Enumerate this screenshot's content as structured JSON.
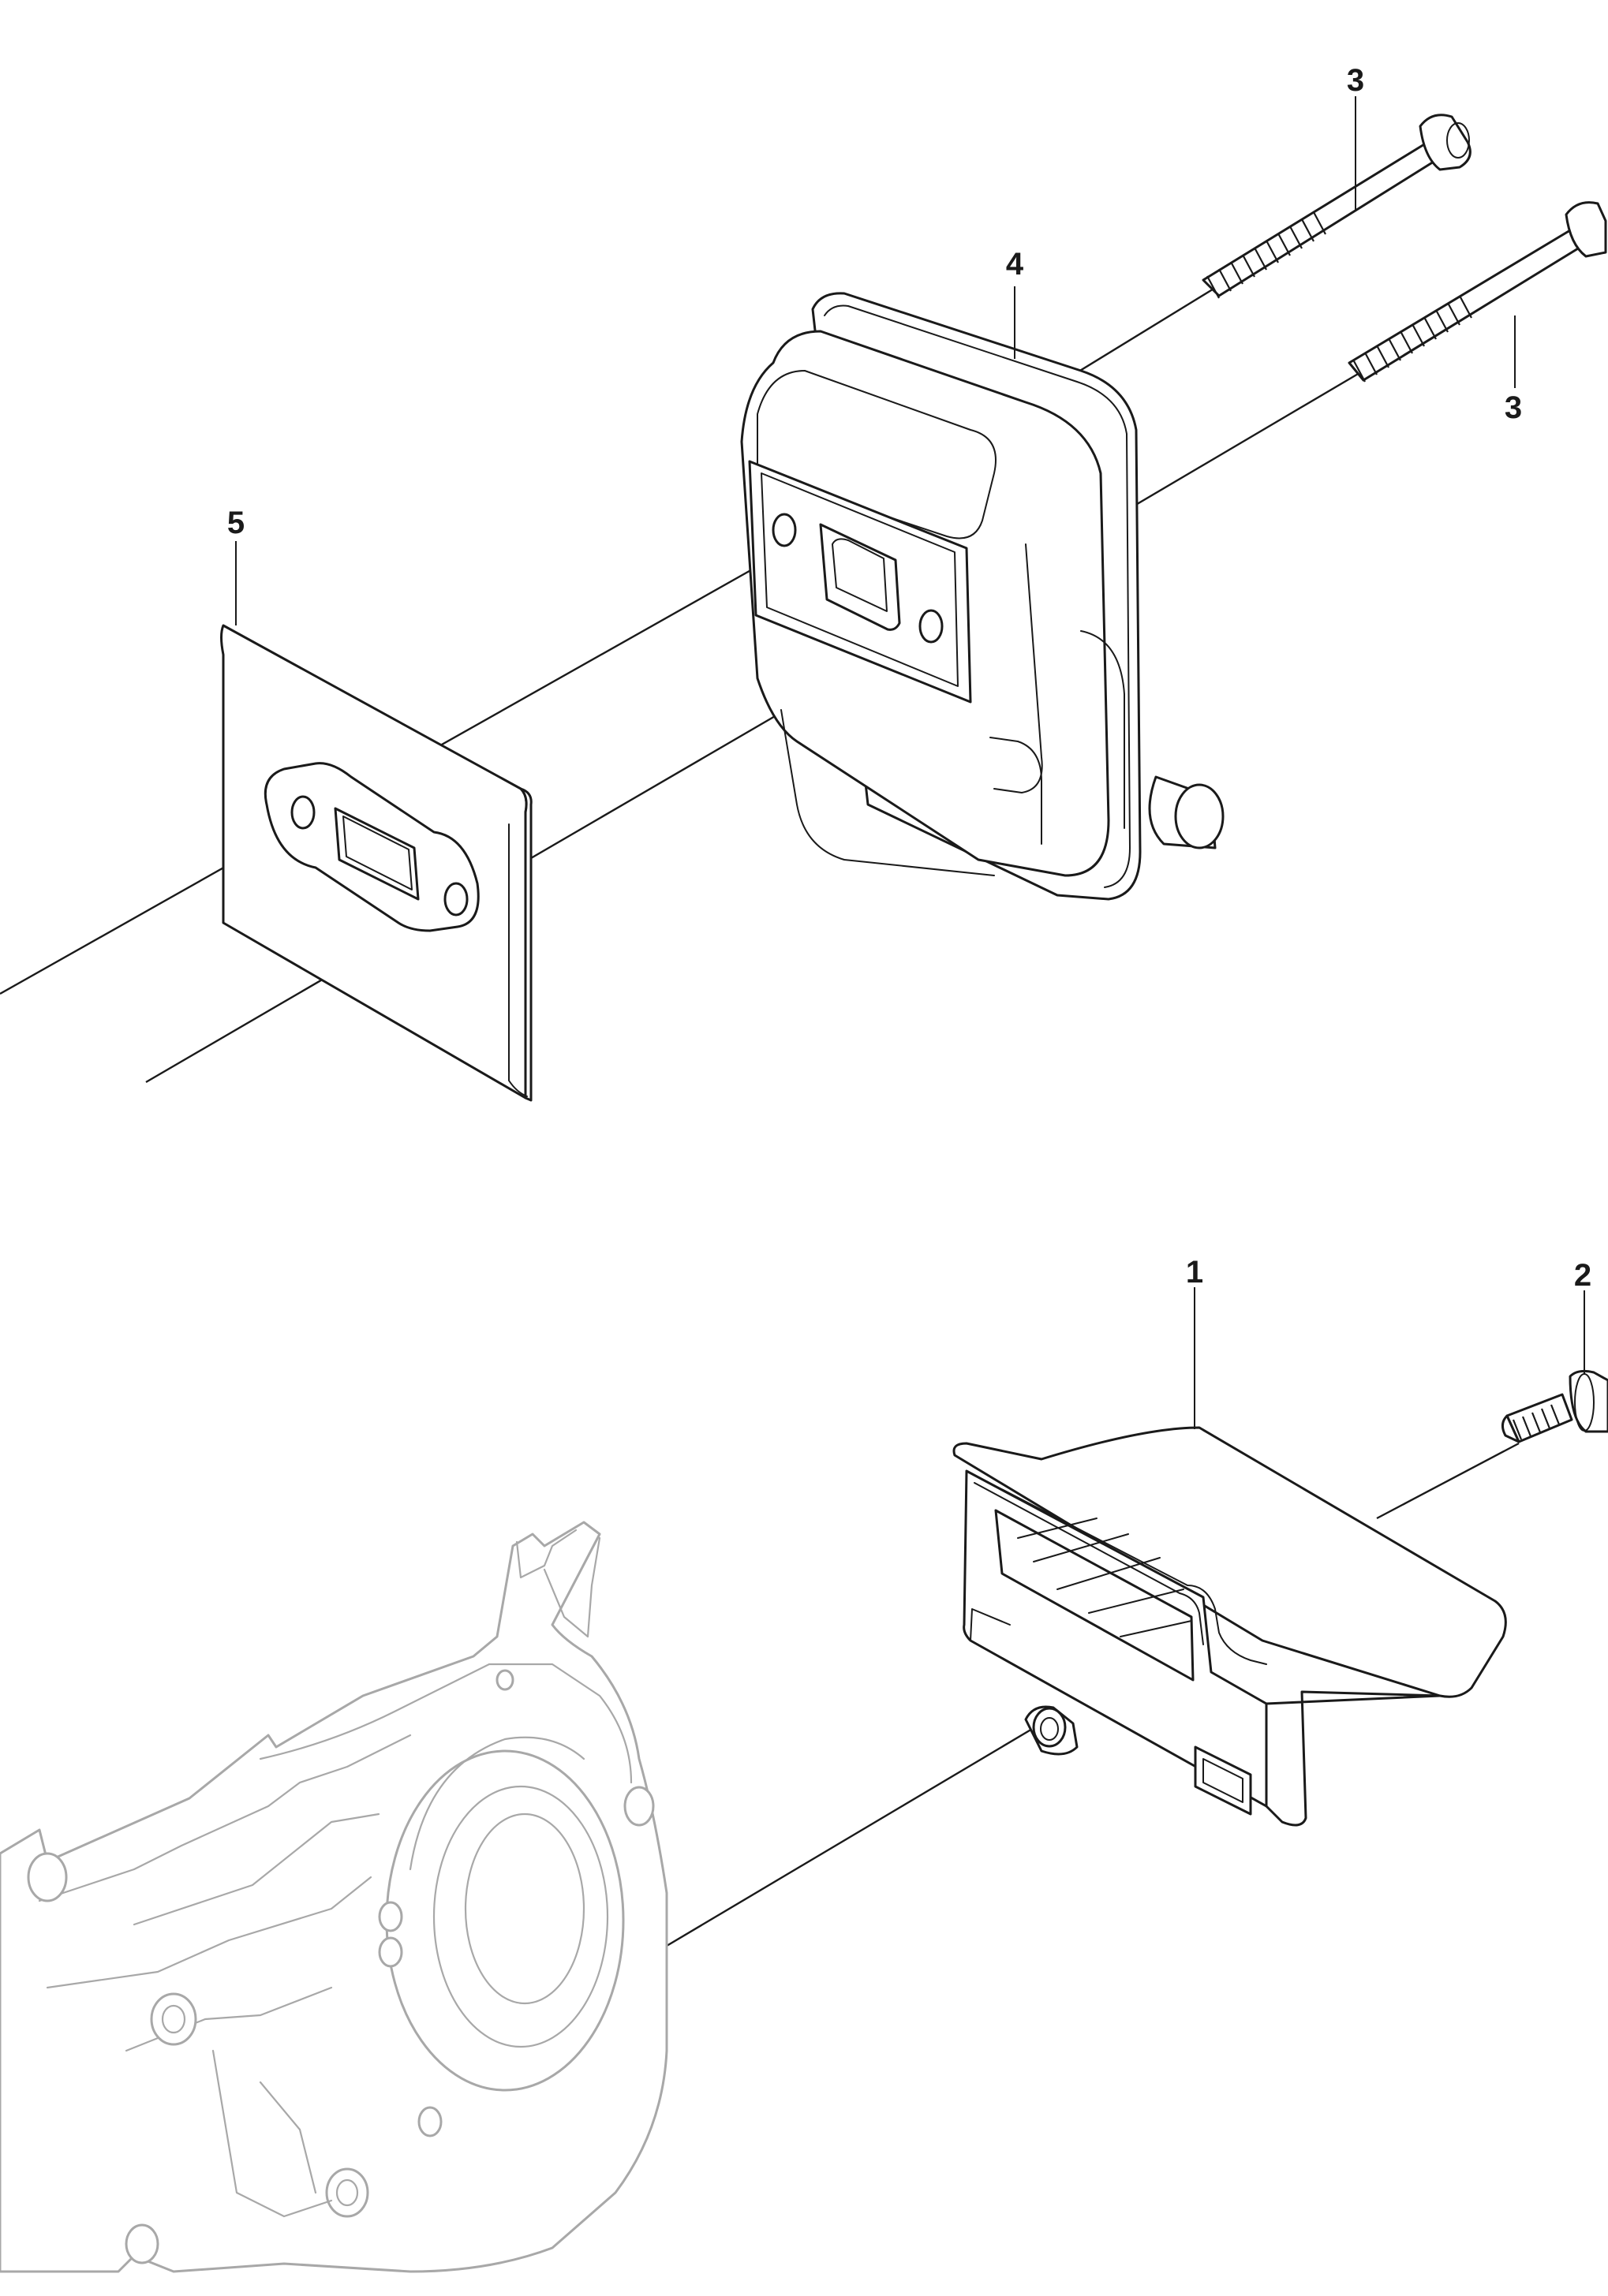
{
  "callouts": {
    "c1": "1",
    "c2": "2",
    "c3a": "3",
    "c3b": "3",
    "c4": "4",
    "c5": "5"
  },
  "colors": {
    "line": "#1a1a1a",
    "ghost_part": "#a8a8a8",
    "background": "#ffffff"
  }
}
